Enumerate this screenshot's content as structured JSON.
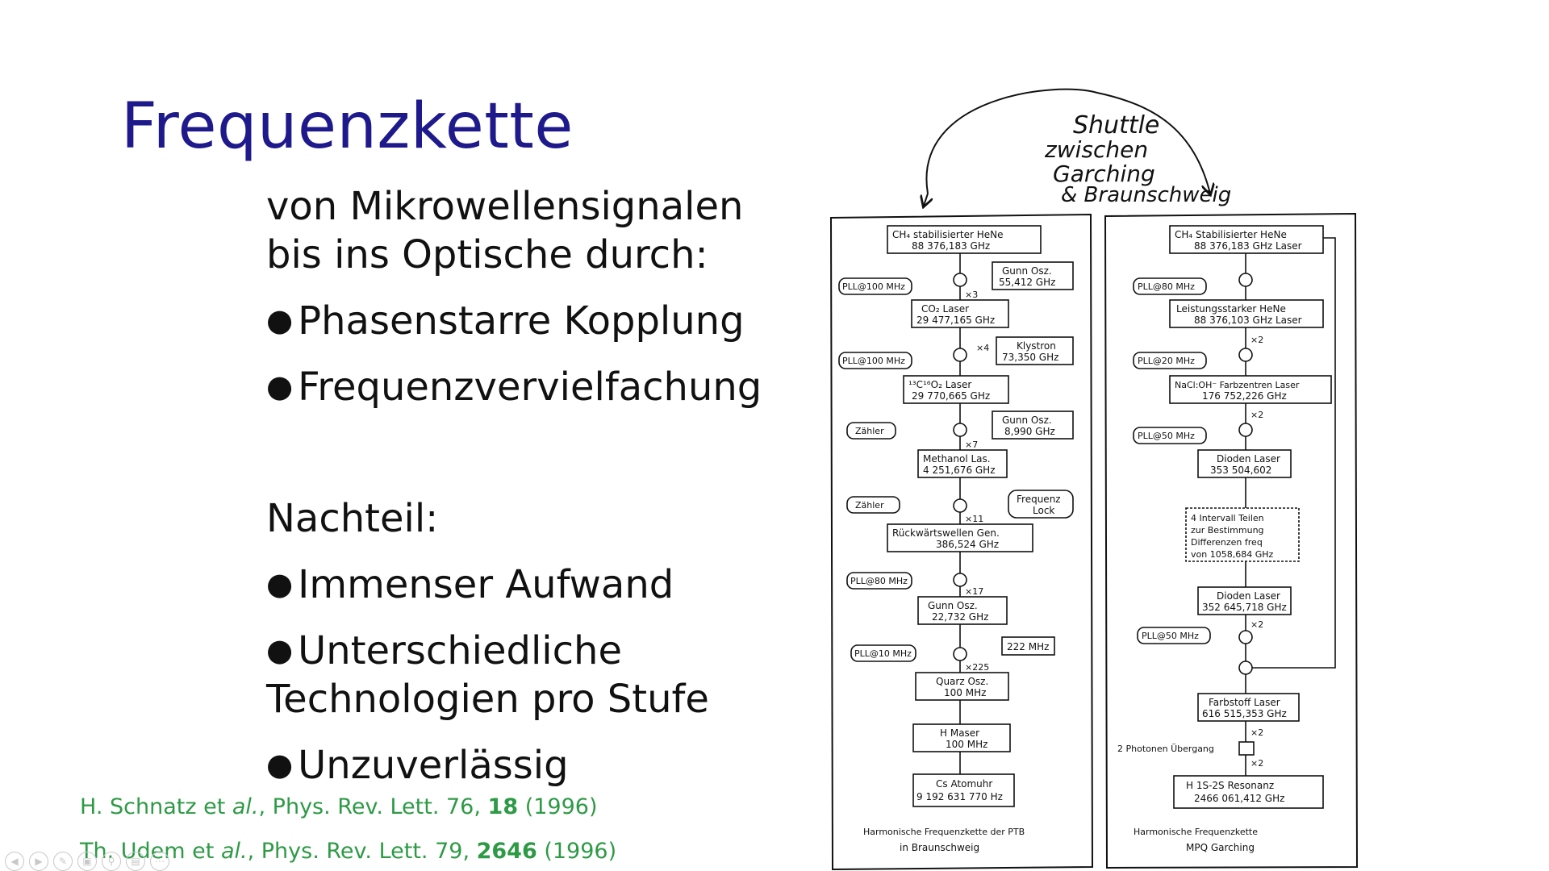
{
  "slide": {
    "title": "Frequenzkette",
    "intro_line1": "von Mikrowellensignalen",
    "intro_line2": "bis ins Optische durch:",
    "advantages": [
      "Phasenstarre Kopplung",
      "Frequenzvervielfachung"
    ],
    "drawback_heading": "Nachteil:",
    "drawback_1": "Immenser Aufwand",
    "drawback_2_line1": "Unterschiedliche",
    "drawback_2_line2": "Technologien pro Stufe",
    "drawback_3": "Unzuverlässig"
  },
  "references": [
    {
      "authors": "H. Schnatz et ",
      "etal": "al.",
      "journal": ", Phys. Rev. Lett. 76, ",
      "page": "18",
      "year": " (1996)"
    },
    {
      "authors": "Th. Udem et ",
      "etal": "al.",
      "journal": ", Phys. Rev. Lett. 79, ",
      "page": "2646",
      "year": " (1996)"
    }
  ],
  "sketch": {
    "shuttle_line1": "Shuttle",
    "shuttle_line2": "zwischen",
    "shuttle_line3": "Garching",
    "shuttle_line4": "& Braunschweig",
    "ptb": {
      "caption_line1": "Harmonische Frequenzkette der PTB",
      "caption_line2": "in Braunschweig",
      "boxes": [
        {
          "l1": "CH₄ stabilisierter HeNe",
          "l2": "88 376,183 GHz"
        },
        {
          "l1": "Gunn Osz.",
          "l2": "55,412 GHz"
        },
        {
          "l1": "CO₂ Laser",
          "l2": "29 477,165 GHz"
        },
        {
          "l1": "Klystron",
          "l2": "73,350 GHz"
        },
        {
          "l1": "¹³C¹⁶O₂ Laser",
          "l2": "29 770,665 GHz"
        },
        {
          "l1": "Gunn Osz.",
          "l2": "8,990 GHz"
        },
        {
          "l1": "Methanol Las.",
          "l2": "4 251,676 GHz"
        },
        {
          "l1": "Frequenz",
          "l2": "Lock"
        },
        {
          "l1": "Rückwärtswellen Gen.",
          "l2": "386,524 GHz"
        },
        {
          "l1": "Gunn Osz.",
          "l2": "22,732 GHz"
        },
        {
          "l1": "222 MHz",
          "l2": ""
        },
        {
          "l1": "Quarz Osz.",
          "l2": "100 MHz"
        },
        {
          "l1": "H Maser",
          "l2": "100 MHz"
        },
        {
          "l1": "Cs Atomuhr",
          "l2": "9 192 631 770 Hz"
        }
      ],
      "side": [
        "PLL@100 MHz",
        "PLL@100 MHz",
        "Zähler",
        "Zähler",
        "PLL@80 MHz",
        "PLL@10 MHz"
      ],
      "mult": [
        "×3",
        "×4",
        "×7",
        "×11",
        "×17",
        "×225"
      ]
    },
    "mpq": {
      "caption_line1": "Harmonische Frequenzkette",
      "caption_line2": "MPQ Garching",
      "boxes": [
        {
          "l1": "CH₄ Stabilisierter HeNe",
          "l2": "88 376,183 GHz Laser"
        },
        {
          "l1": "Leistungsstarker HeNe",
          "l2": "88 376,103 GHz Laser"
        },
        {
          "l1": "NaCl:OH⁻ Farbzentren Laser",
          "l2": "176 752,226 GHz"
        },
        {
          "l1": "Dioden Laser",
          "l2": "353 504,602"
        },
        {
          "l1": "4 Intervall Teilen",
          "l2": "zur Bestimmung",
          "l3": "Differenzen freq",
          "l4": "von 1058,684 GHz"
        },
        {
          "l1": "Dioden Laser",
          "l2": "352 645,718 GHz"
        },
        {
          "l1": "Farbstoff Laser",
          "l2": "616 515,353 GHz"
        },
        {
          "l1": "H 1S-2S Resonanz",
          "l2": "2466 061,412 GHz"
        }
      ],
      "side": [
        "PLL@80 MHz",
        "PLL@20 MHz",
        "PLL@50 MHz",
        "PLL@50 MHz"
      ],
      "two_photon": "2 Photonen Übergang",
      "mult": [
        "×2",
        "×2",
        "×2",
        "×2",
        "×2"
      ]
    }
  }
}
